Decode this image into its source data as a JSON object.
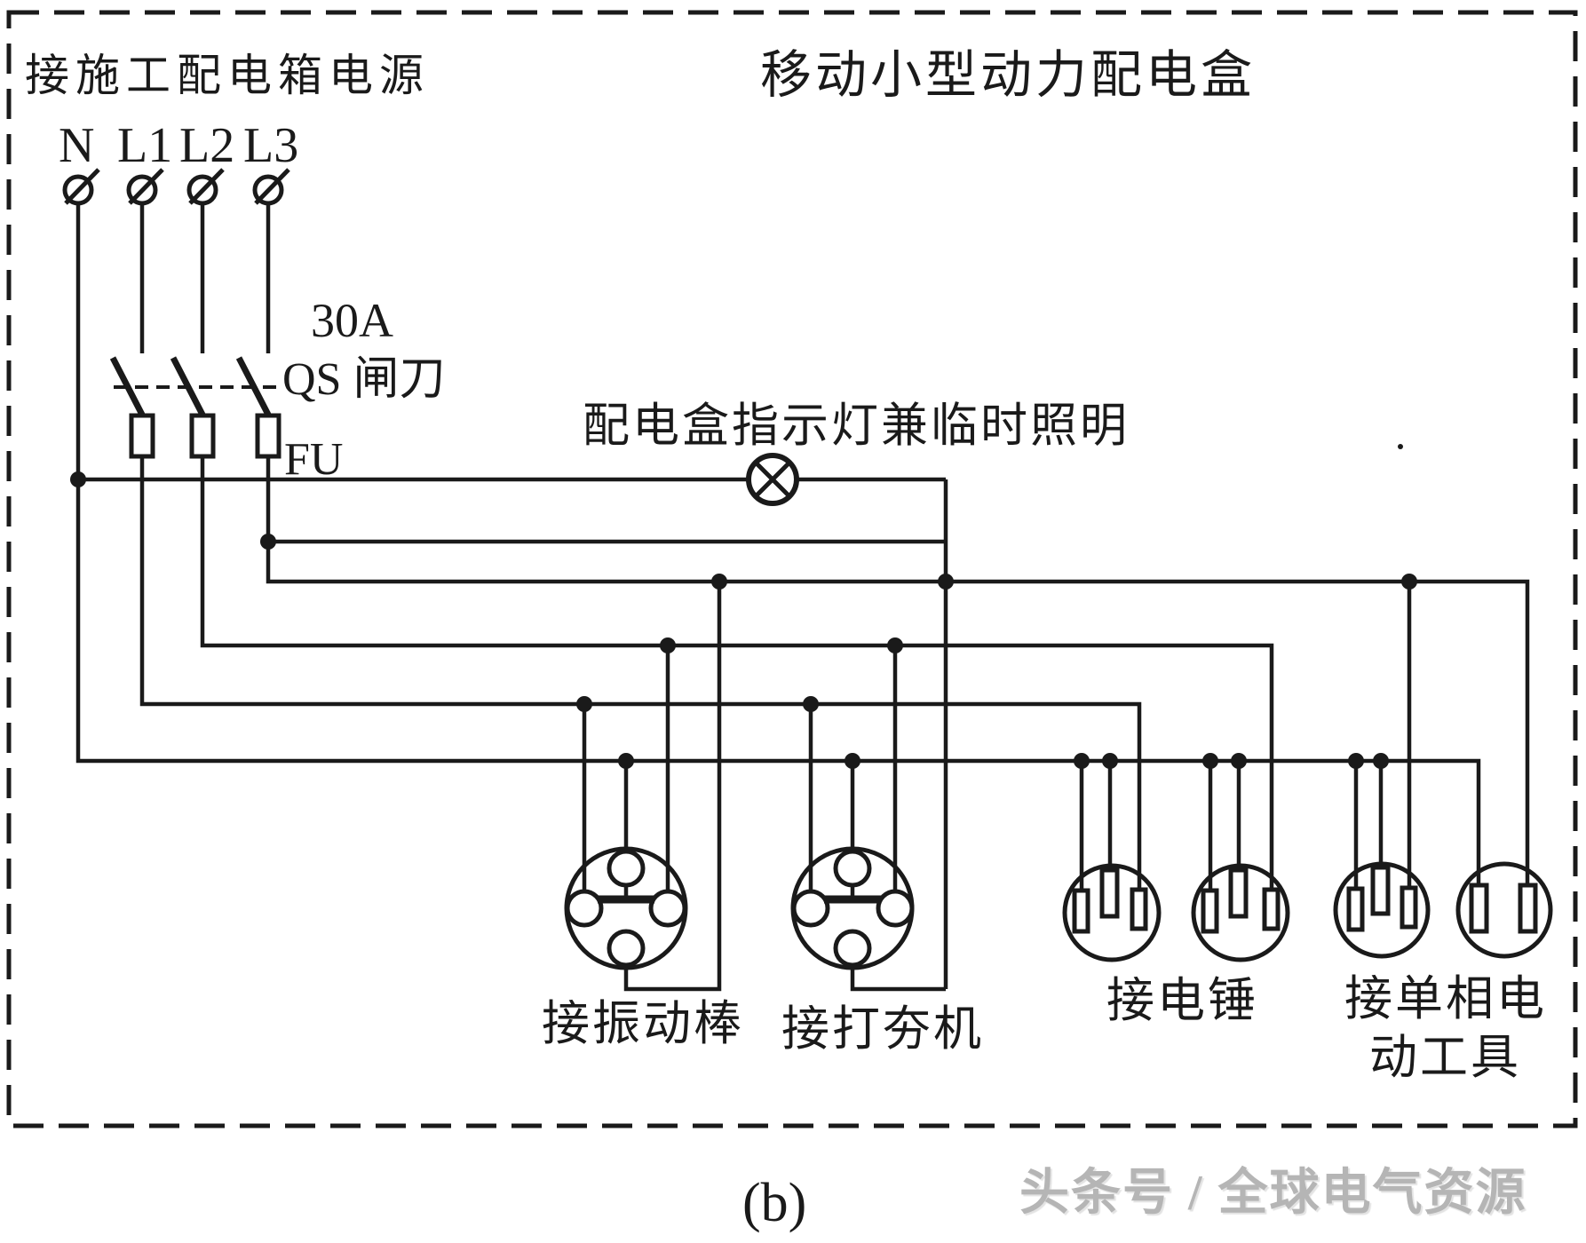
{
  "colors": {
    "ink": "#1a1a1a",
    "background": "#ffffff",
    "watermark_gray": "#b5b5b5"
  },
  "box": {
    "title": "移动小型动力配电盒"
  },
  "supply": {
    "label": "接施工配电箱电源",
    "terminals": [
      "N",
      "L1",
      "L2",
      "L3"
    ]
  },
  "switchgear": {
    "rating": "30A",
    "knife_switch": "QS 闸刀",
    "fuse": "FU"
  },
  "lamp": {
    "label": "配电盒指示灯兼临时照明"
  },
  "outlets": {
    "vibrator": "接振动棒",
    "rammer": "接打夯机",
    "hammer": "接电锤",
    "single_phase_line1": "接单相电",
    "single_phase_line2": "动工具"
  },
  "footer": {
    "figure": "(b)",
    "watermark": "头条号 / 全球电气资源"
  }
}
